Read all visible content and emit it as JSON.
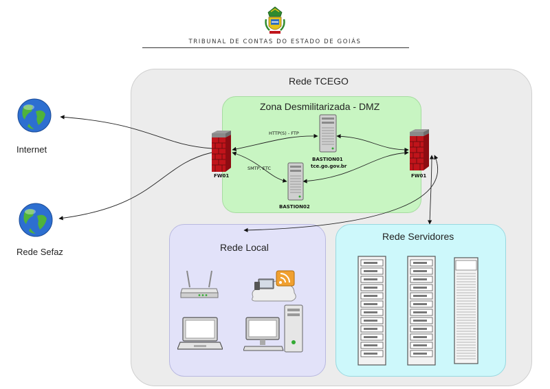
{
  "header": {
    "organization": "TRIBUNAL DE CONTAS DO ESTADO DE GOIÁS"
  },
  "zones": {
    "tcego": "Rede TCEGO",
    "dmz": "Zona Desmilitarizada - DMZ",
    "local": "Rede Local",
    "servers": "Rede Servidores"
  },
  "external": {
    "internet": "Internet",
    "sefaz": "Rede Sefaz"
  },
  "nodes": {
    "fw01_left": "FW01",
    "fw01_right": "FW01",
    "bastion01": "BASTION01",
    "bastion01_host": "tce.go.gov.br",
    "bastion02": "BASTION02"
  },
  "links": {
    "http_ftp": "HTTP(S) - FTP",
    "smtp": "SMTP, ETC"
  },
  "colors": {
    "tcego_bg": "#ececec",
    "dmz_bg": "#c8f5c2",
    "local_bg": "#e2e2f9",
    "servers_bg": "#cdf8fb",
    "firewall_brick": "#c0141b"
  }
}
